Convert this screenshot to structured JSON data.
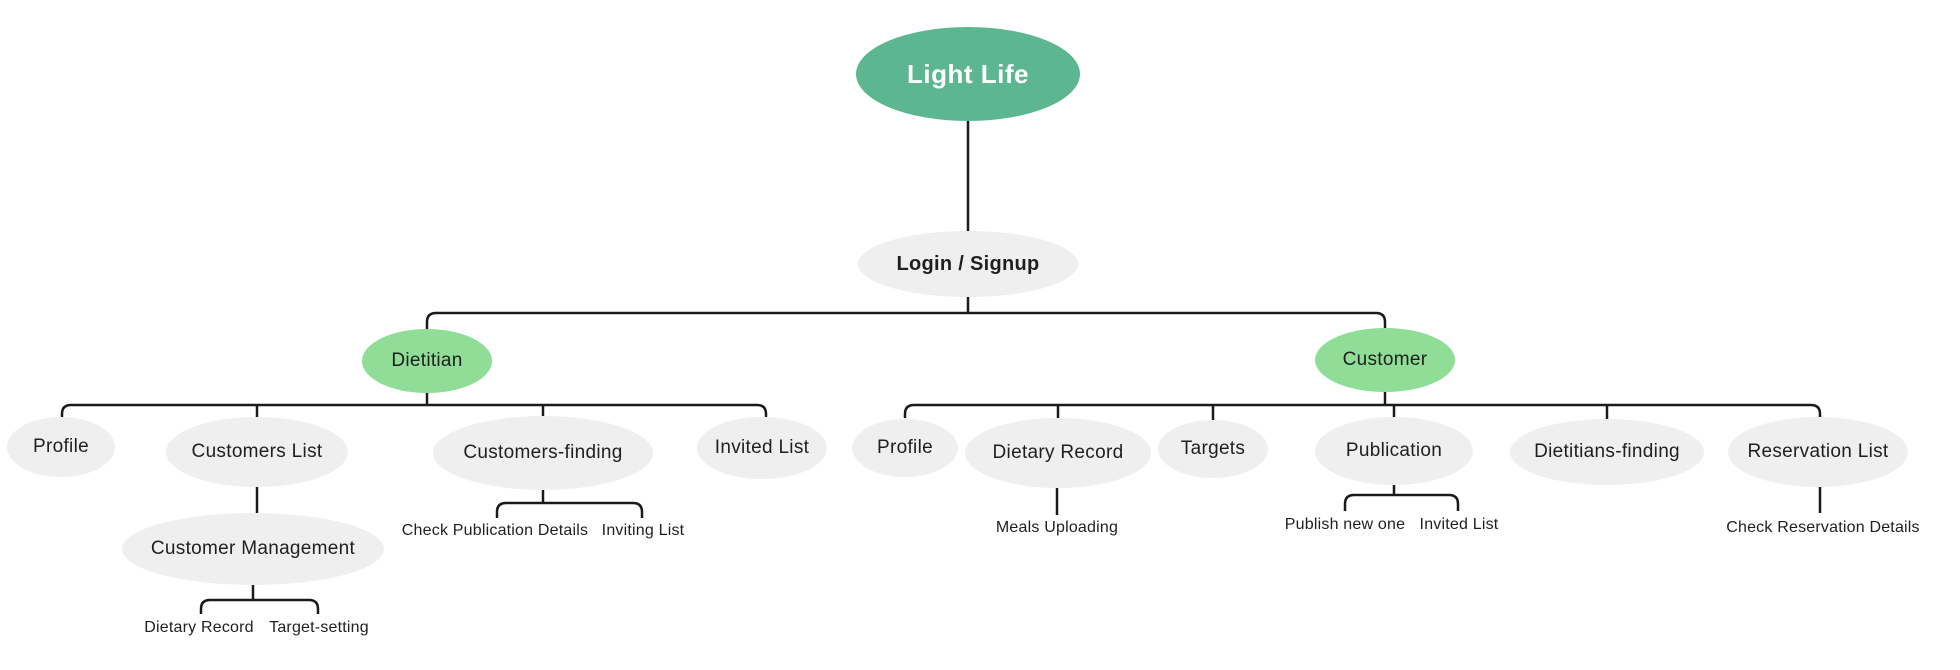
{
  "diagram": {
    "title": "Light Life sitemap",
    "colors": {
      "root_fill": "#5cb68f",
      "root_text": "#ffffff",
      "role_fill": "#8fdd96",
      "node_fill": "#efefef",
      "line": "#1a1a1a",
      "text": "#1f1f1f"
    },
    "nodes": {
      "root": "Light Life",
      "login": "Login / Signup",
      "dietitian": "Dietitian",
      "customer": "Customer",
      "d_profile": "Profile",
      "d_customers_list": "Customers List",
      "d_customers_finding": "Customers-finding",
      "d_invited_list": "Invited List",
      "d_customer_management": "Customer Management",
      "d_dietary_record": "Dietary Record",
      "d_target_setting": "Target-setting",
      "d_check_publication_details": "Check Publication Details",
      "d_inviting_list": "Inviting List",
      "c_profile": "Profile",
      "c_dietary_record": "Dietary Record",
      "c_targets": "Targets",
      "c_publication": "Publication",
      "c_dietitians_finding": "Dietitians-finding",
      "c_reservation_list": "Reservation List",
      "c_meals_uploading": "Meals Uploading",
      "c_publish_new_one": "Publish new one",
      "c_invited_list": "Invited List",
      "c_check_reservation_details": "Check Reservation Details"
    }
  }
}
